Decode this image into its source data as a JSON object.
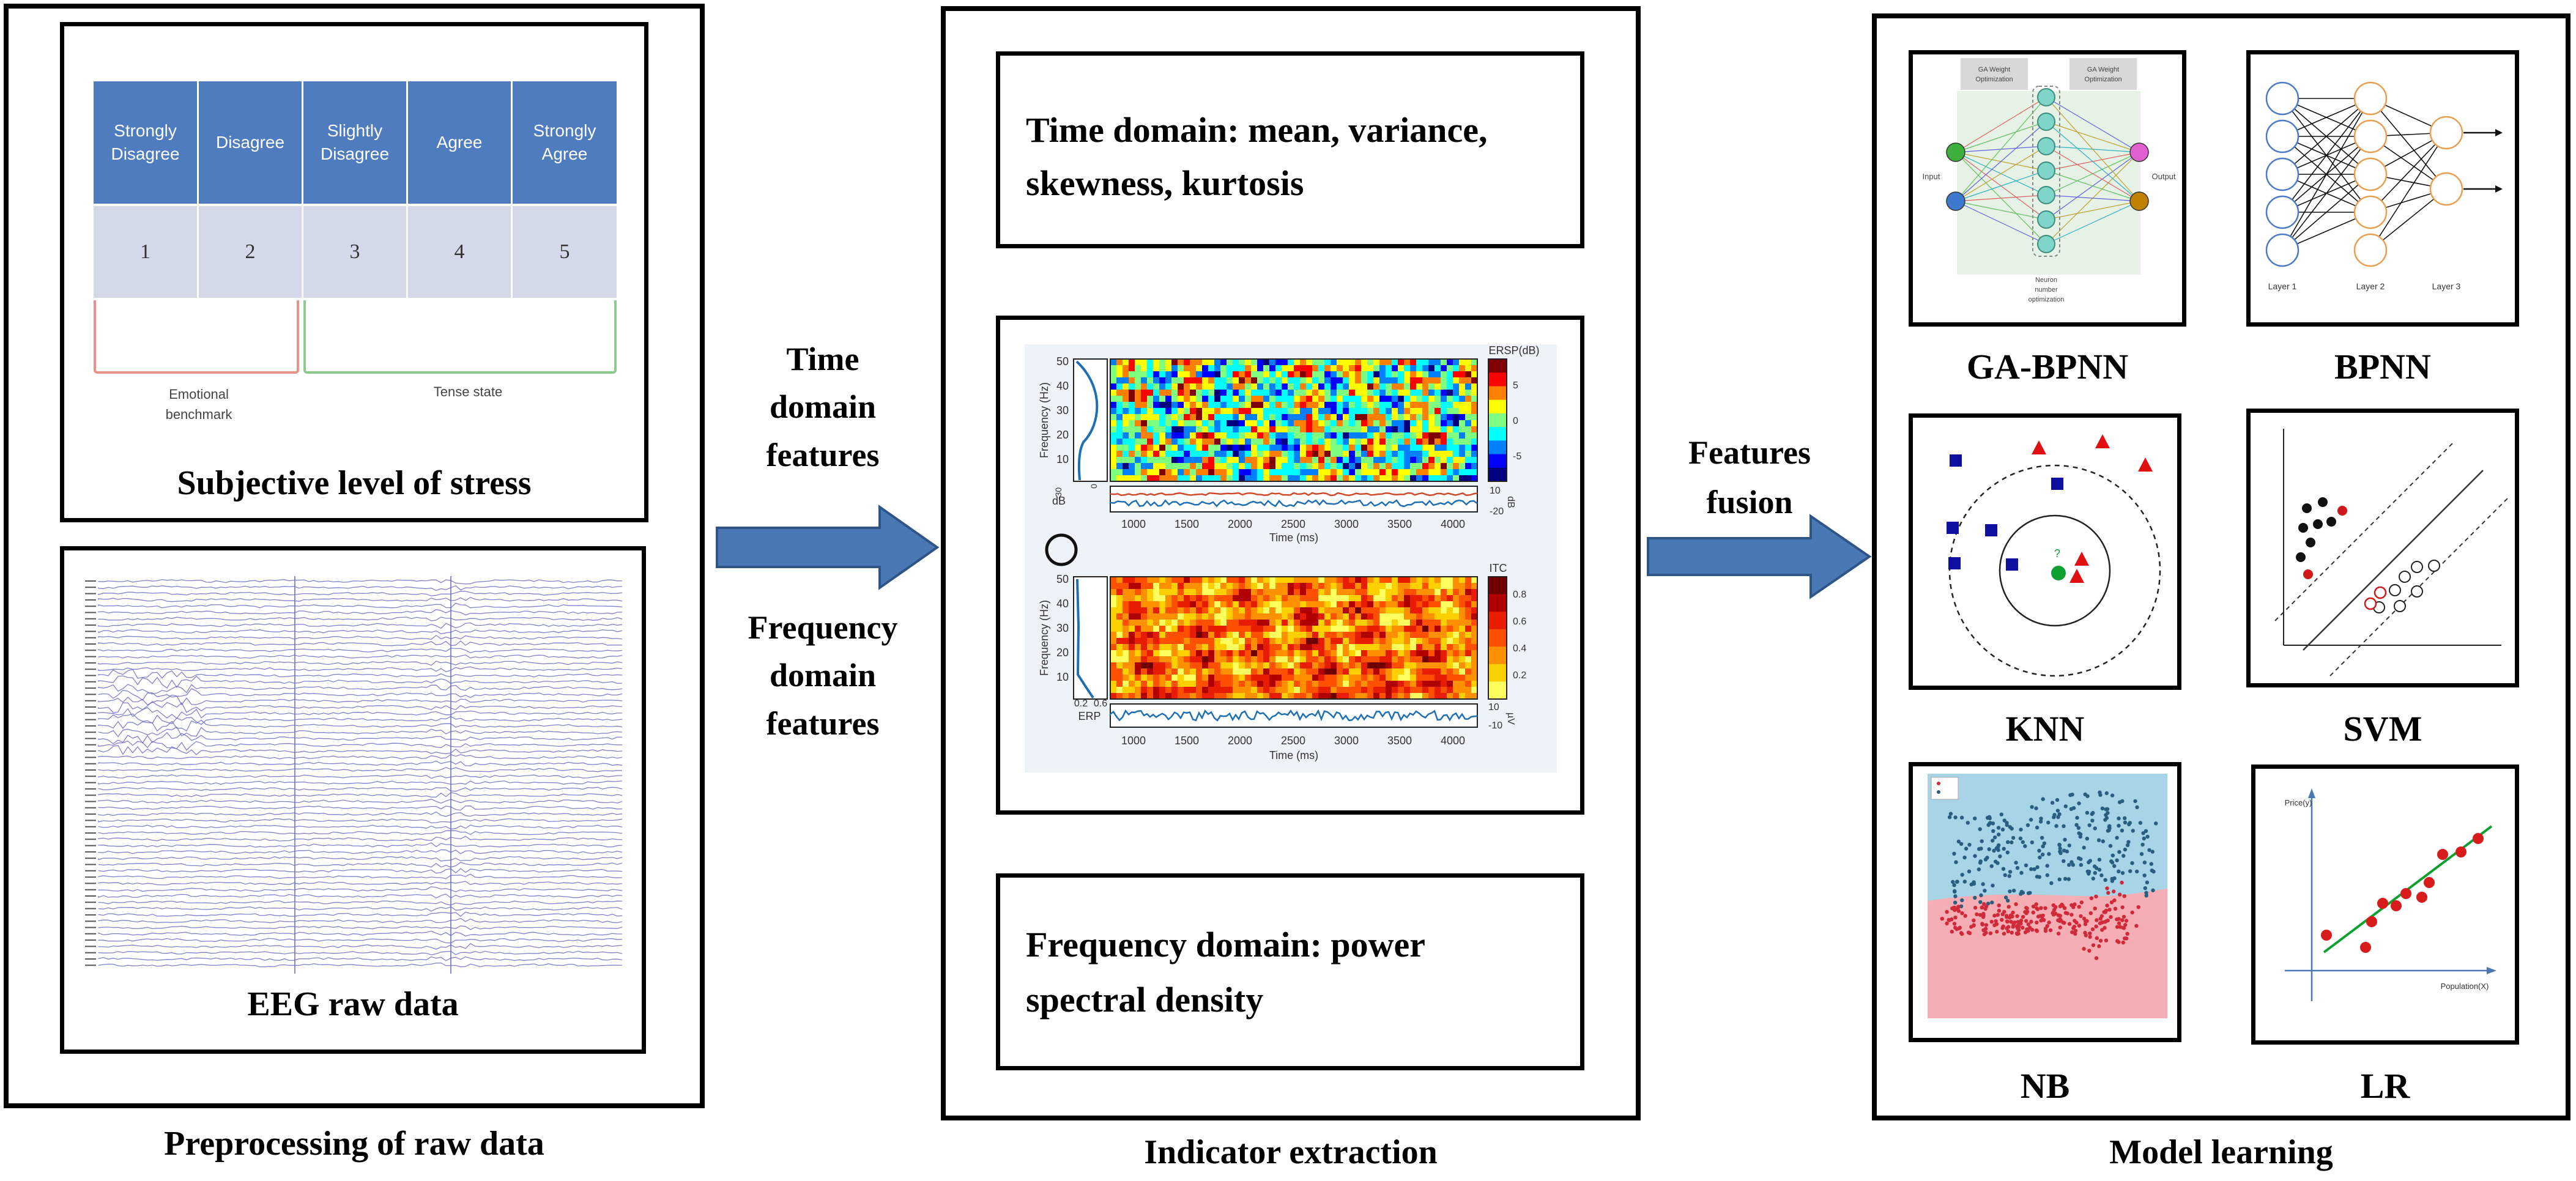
{
  "stages": {
    "preprocessing": "Preprocessing of raw data",
    "indicator": "Indicator extraction",
    "model": "Model learning"
  },
  "survey": {
    "headers": [
      "Strongly Disagree",
      "Disagree",
      "Slightly Disagree",
      "Agree",
      "Strongly Agree"
    ],
    "scores": [
      "1",
      "2",
      "3",
      "4",
      "5"
    ],
    "left_label": "Emotional benchmark",
    "right_label": "Tense state",
    "caption": "Subjective level of stress",
    "colors": {
      "header": "#4F7CBF",
      "row": "#D3D9E8",
      "benchmark": "#E8928A",
      "tense": "#8BCB8E"
    }
  },
  "eeg": {
    "caption": "EEG raw data"
  },
  "arrows": {
    "left_top": [
      "Time",
      "domain",
      "features"
    ],
    "left_bottom": [
      "Frequency",
      "domain",
      "features"
    ],
    "right": [
      "Features",
      "fusion"
    ],
    "color": "#4A78B5"
  },
  "indicators": {
    "time_domain": [
      "Time domain: mean, variance,",
      "skewness, kurtosis"
    ],
    "freq_domain": [
      "Frequency domain: power",
      "spectral density"
    ]
  },
  "spectro": {
    "top_colorbar_title": "ERSP(dB)",
    "bottom_colorbar_title": "ITC",
    "ylabel": "Frequency (Hz)",
    "xlabel": "Time (ms)",
    "xticks": [
      "1000",
      "1500",
      "2000",
      "2500",
      "3000",
      "3500",
      "4000"
    ],
    "yticks": [
      "50",
      "40",
      "30",
      "20",
      "10"
    ],
    "top_cb_ticks": [
      "5",
      "0",
      "-5"
    ],
    "bottom_cb_ticks": [
      "0.8",
      "0.6",
      "0.4",
      "0.2"
    ],
    "top_side": [
      "10",
      "-20"
    ],
    "bottom_side": [
      "10",
      "-10"
    ],
    "db_label": "dB",
    "db_ticks": [
      "-30",
      "0"
    ],
    "erp_label": "ERP",
    "erp_ticks": [
      "0.2",
      "0.6"
    ],
    "uv_label": "µV"
  },
  "models": {
    "labels": [
      "GA-BPNN",
      "BPNN",
      "KNN",
      "SVM",
      "NB",
      "LR"
    ],
    "ga": {
      "top_left": "GA Weight Optimization",
      "top_right": "GA Weight Optimization",
      "input": "Input",
      "output": "Output",
      "bottom": "Neuron number optimization"
    },
    "bpnn": {
      "layers": [
        "Layer 1",
        "Layer 2",
        "Layer 3"
      ]
    },
    "lr": {
      "ylabel": "Price(y)",
      "xlabel": "Population(X)"
    }
  }
}
